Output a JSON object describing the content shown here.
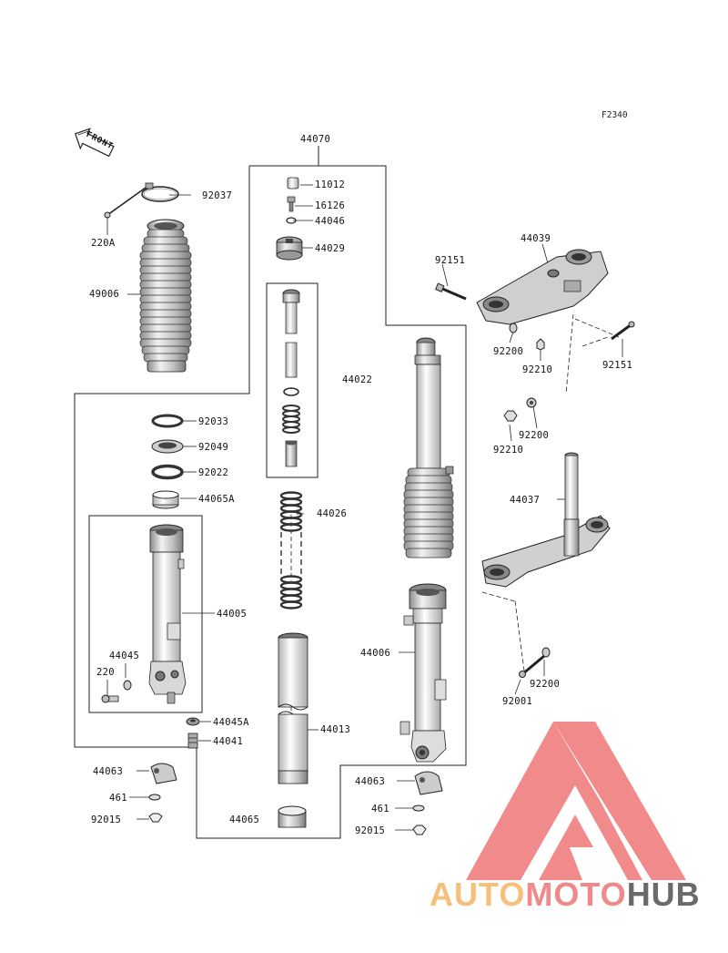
{
  "figure_id": "F2340",
  "front_label": "FRONT",
  "parts": {
    "p44070": "44070",
    "p11012": "11012",
    "p16126": "16126",
    "p44046": "44046",
    "p44029": "44029",
    "p44022": "44022",
    "p44026": "44026",
    "p44013": "44013",
    "p44065": "44065",
    "p92037": "92037",
    "p220A": "220A",
    "p49006": "49006",
    "p92033": "92033",
    "p92049": "92049",
    "p92022": "92022",
    "p44065A": "44065A",
    "p44005": "44005",
    "p44045": "44045",
    "p220": "220",
    "p44045A": "44045A",
    "p44041": "44041",
    "p44063_left": "44063",
    "p461_left": "461",
    "p92015_left": "92015",
    "p44063_right": "44063",
    "p461_right": "461",
    "p92015_right": "92015",
    "p44006": "44006",
    "p92151_top": "92151",
    "p44039": "44039",
    "p92200_top": "92200",
    "p92210_top": "92210",
    "p92151_right": "92151",
    "p92210_mid": "92210",
    "p92200_mid": "92200",
    "p44037": "44037",
    "p92200_bottom": "92200",
    "p92001": "92001"
  },
  "watermark": {
    "word_part1": "AUTO",
    "word_part2": "MOTO",
    "word_part3": "HUB",
    "color_light": "#f5c07a",
    "color_red": "#f08a8a",
    "color_dark": "#6a6a6a"
  },
  "colors": {
    "line": "#222222",
    "part_fill": "#e6e6e6",
    "part_dark": "#9a9a9a"
  }
}
